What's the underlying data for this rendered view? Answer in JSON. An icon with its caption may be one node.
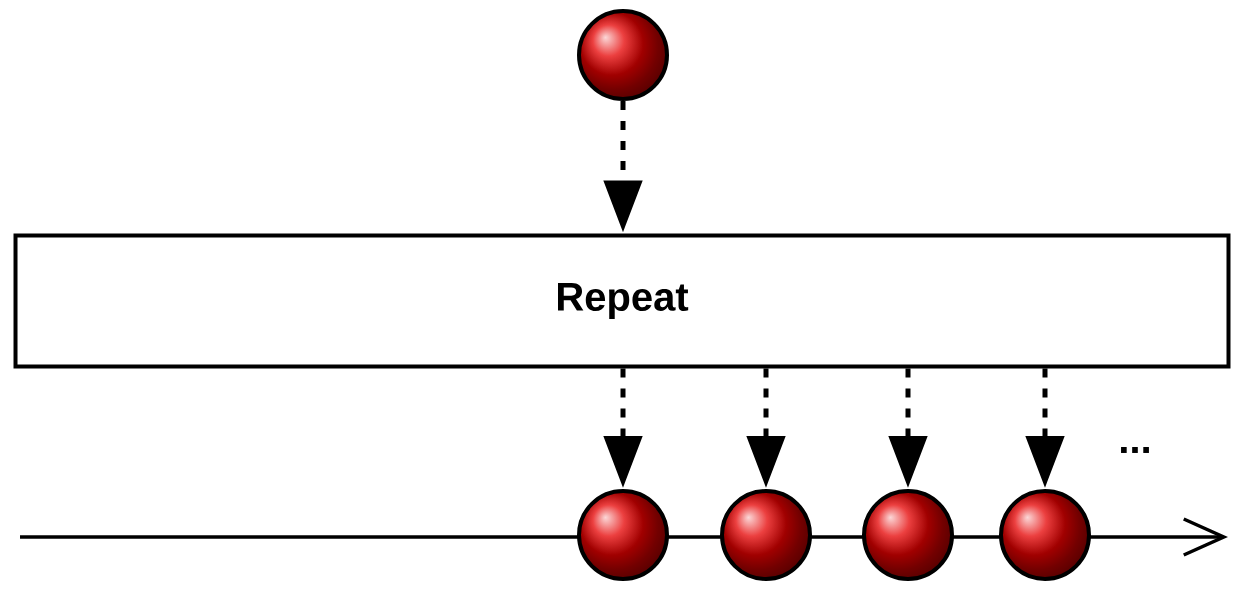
{
  "diagram": {
    "nodes": [
      {
        "text": [],
        "shape": "circle"
      },
      {
        "text": [
          "Repeat"
        ]
      },
      {
        "text": [],
        "shape": "circle"
      },
      {
        "text": [],
        "shape": "circle"
      },
      {
        "text": [],
        "shape": "circle"
      },
      {
        "text": [],
        "shape": "circle"
      }
    ],
    "edges": [
      {
        "from": 0,
        "to": 1,
        "arrow": "to",
        "style": "dashed"
      },
      {
        "from": 1,
        "to": 2,
        "arrow": "to",
        "style": "dashed"
      },
      {
        "from": 1,
        "to": 3,
        "arrow": "to",
        "style": "dashed"
      },
      {
        "from": 1,
        "to": 4,
        "arrow": "to",
        "style": "dashed"
      },
      {
        "from": 1,
        "to": 5,
        "arrow": "to",
        "style": "dashed"
      }
    ],
    "labels": [
      "..."
    ]
  }
}
